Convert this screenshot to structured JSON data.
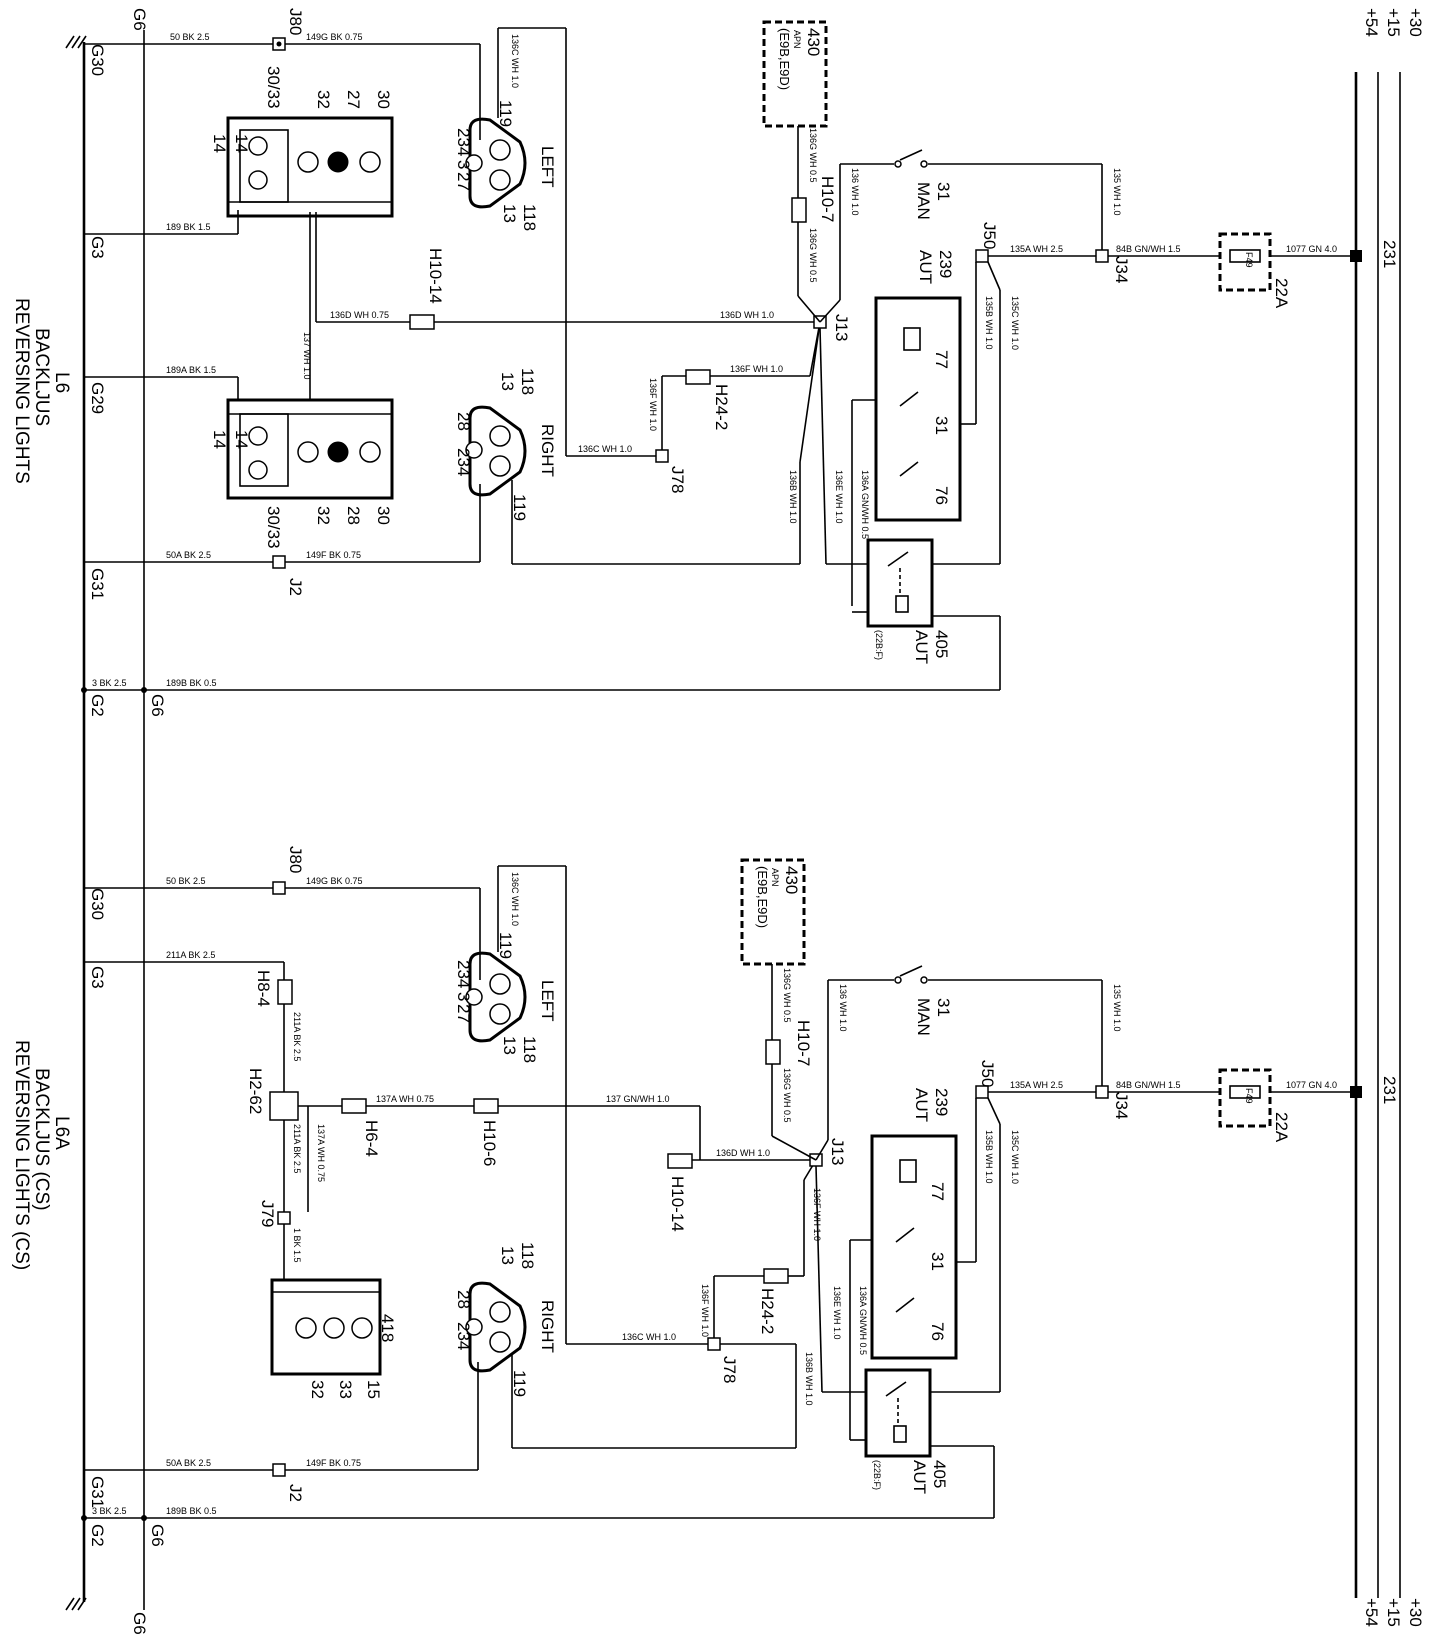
{
  "rails": [
    "+30",
    "+15",
    "+54"
  ],
  "top": {
    "grounds": [
      "G6",
      "G30",
      "G3",
      "G29",
      "G31",
      "G2",
      "G6"
    ],
    "title_code": "L6",
    "title_se": "BACKLJUS",
    "title_en": "REVERSING LIGHTS",
    "lamp_left": {
      "label": "LEFT",
      "pins": [
        "119",
        "118",
        "234",
        "3",
        "27",
        "13"
      ]
    },
    "lamp_right": {
      "label": "RIGHT",
      "pins": [
        "118",
        "13",
        "28",
        "234",
        "119"
      ]
    },
    "cluster_a": [
      "30/33",
      "32",
      "27",
      "30",
      "14",
      "14"
    ],
    "cluster_b": [
      "30/33",
      "32",
      "28",
      "30",
      "14",
      "14"
    ],
    "wires": [
      "50 BK 2.5",
      "149G BK 0.75",
      "189 BK 1.5",
      "136D WH 0.75",
      "137 WH 1.0",
      "189A BK 1.5",
      "136C WH 1.0",
      "50A BK 2.5",
      "149F BK 0.75",
      "3 BK 2.5",
      "189B BK 0.5",
      "136C WH 1.0",
      "136G WH 0.5",
      "136G WH 0.5",
      "136 WH 1.0",
      "135 WH 1.0",
      "135A WH 2.5",
      "84B GN/WH 1.5",
      "1077 GN 4.0",
      "136D WH 1.0",
      "136F WH 1.0",
      "136F WH 1.0",
      "136B WH 1.0",
      "136E WH 1.0",
      "136A GN/WH 0.5",
      "135B WH 1.0",
      "135C WH 1.0"
    ],
    "connectors": [
      "J80",
      "J2",
      "J78",
      "J13",
      "J50",
      "J34",
      "H10-14",
      "H10-7",
      "H24-2"
    ],
    "comp_430": {
      "code": "430",
      "sub": "APN",
      "ref": "(E9B,E9D)"
    },
    "comp_31": {
      "code": "31",
      "sub": "MAN"
    },
    "comp_239": {
      "code": "239",
      "sub": "AUT",
      "contacts": [
        "77",
        "31",
        "76"
      ]
    },
    "comp_405": {
      "code": "405",
      "sub": "AUT",
      "ref": "(22B:F)"
    },
    "fuse": {
      "code": "22A",
      "label": "F49"
    },
    "node": "231"
  },
  "bottom": {
    "grounds": [
      "G30",
      "G3",
      "G31",
      "G2",
      "G6",
      "G6"
    ],
    "title_code": "L6A",
    "title_se": "BACKLJUS (CS)",
    "title_en": "REVERSING LIGHTS (CS)",
    "lamp_left": {
      "label": "LEFT",
      "pins": [
        "119",
        "118",
        "234",
        "3",
        "27",
        "13"
      ]
    },
    "lamp_right": {
      "label": "RIGHT",
      "pins": [
        "118",
        "13",
        "28",
        "234",
        "119"
      ]
    },
    "cluster": [
      "418",
      "32",
      "33",
      "15"
    ],
    "wires": [
      "50 BK 2.5",
      "149G BK 0.75",
      "211A BK 2.5",
      "211A BK 2.5",
      "137A WH 0.75",
      "137 GN/WH 1.0",
      "211A BK 2.5",
      "137A WH 0.75",
      "1 BK 1.5",
      "136C WH 1.0",
      "50A BK 2.5",
      "149F BK 0.75",
      "3 BK 2.5",
      "189B BK 0.5",
      "136D WH 1.0",
      "136F WH 1.0",
      "136F WH 1.0",
      "136B WH 1.0",
      "136E WH 1.0",
      "136A GN/WH 0.5",
      "136G WH 0.5",
      "136G WH 0.5",
      "136 WH 1.0",
      "135 WH 1.0",
      "135A WH 2.5",
      "84B GN/WH 1.5",
      "1077 GN 4.0",
      "135B WH 1.0",
      "135C WH 1.0",
      "136C WH 1.0"
    ],
    "connectors": [
      "J80",
      "H8-4",
      "H2-62",
      "J79",
      "H6-4",
      "H10-6",
      "H10-14",
      "H10-7",
      "J13",
      "H24-2",
      "J78",
      "J2",
      "J50",
      "J34"
    ],
    "comp_430": {
      "code": "430",
      "sub": "APN",
      "ref": "(E9B,E9D)"
    },
    "comp_31": {
      "code": "31",
      "sub": "MAN"
    },
    "comp_239": {
      "code": "239",
      "sub": "AUT",
      "contacts": [
        "77",
        "31",
        "76"
      ]
    },
    "comp_405": {
      "code": "405",
      "sub": "AUT",
      "ref": "(22B:F)"
    },
    "fuse": {
      "code": "22A",
      "label": "F49"
    },
    "node": "231"
  }
}
